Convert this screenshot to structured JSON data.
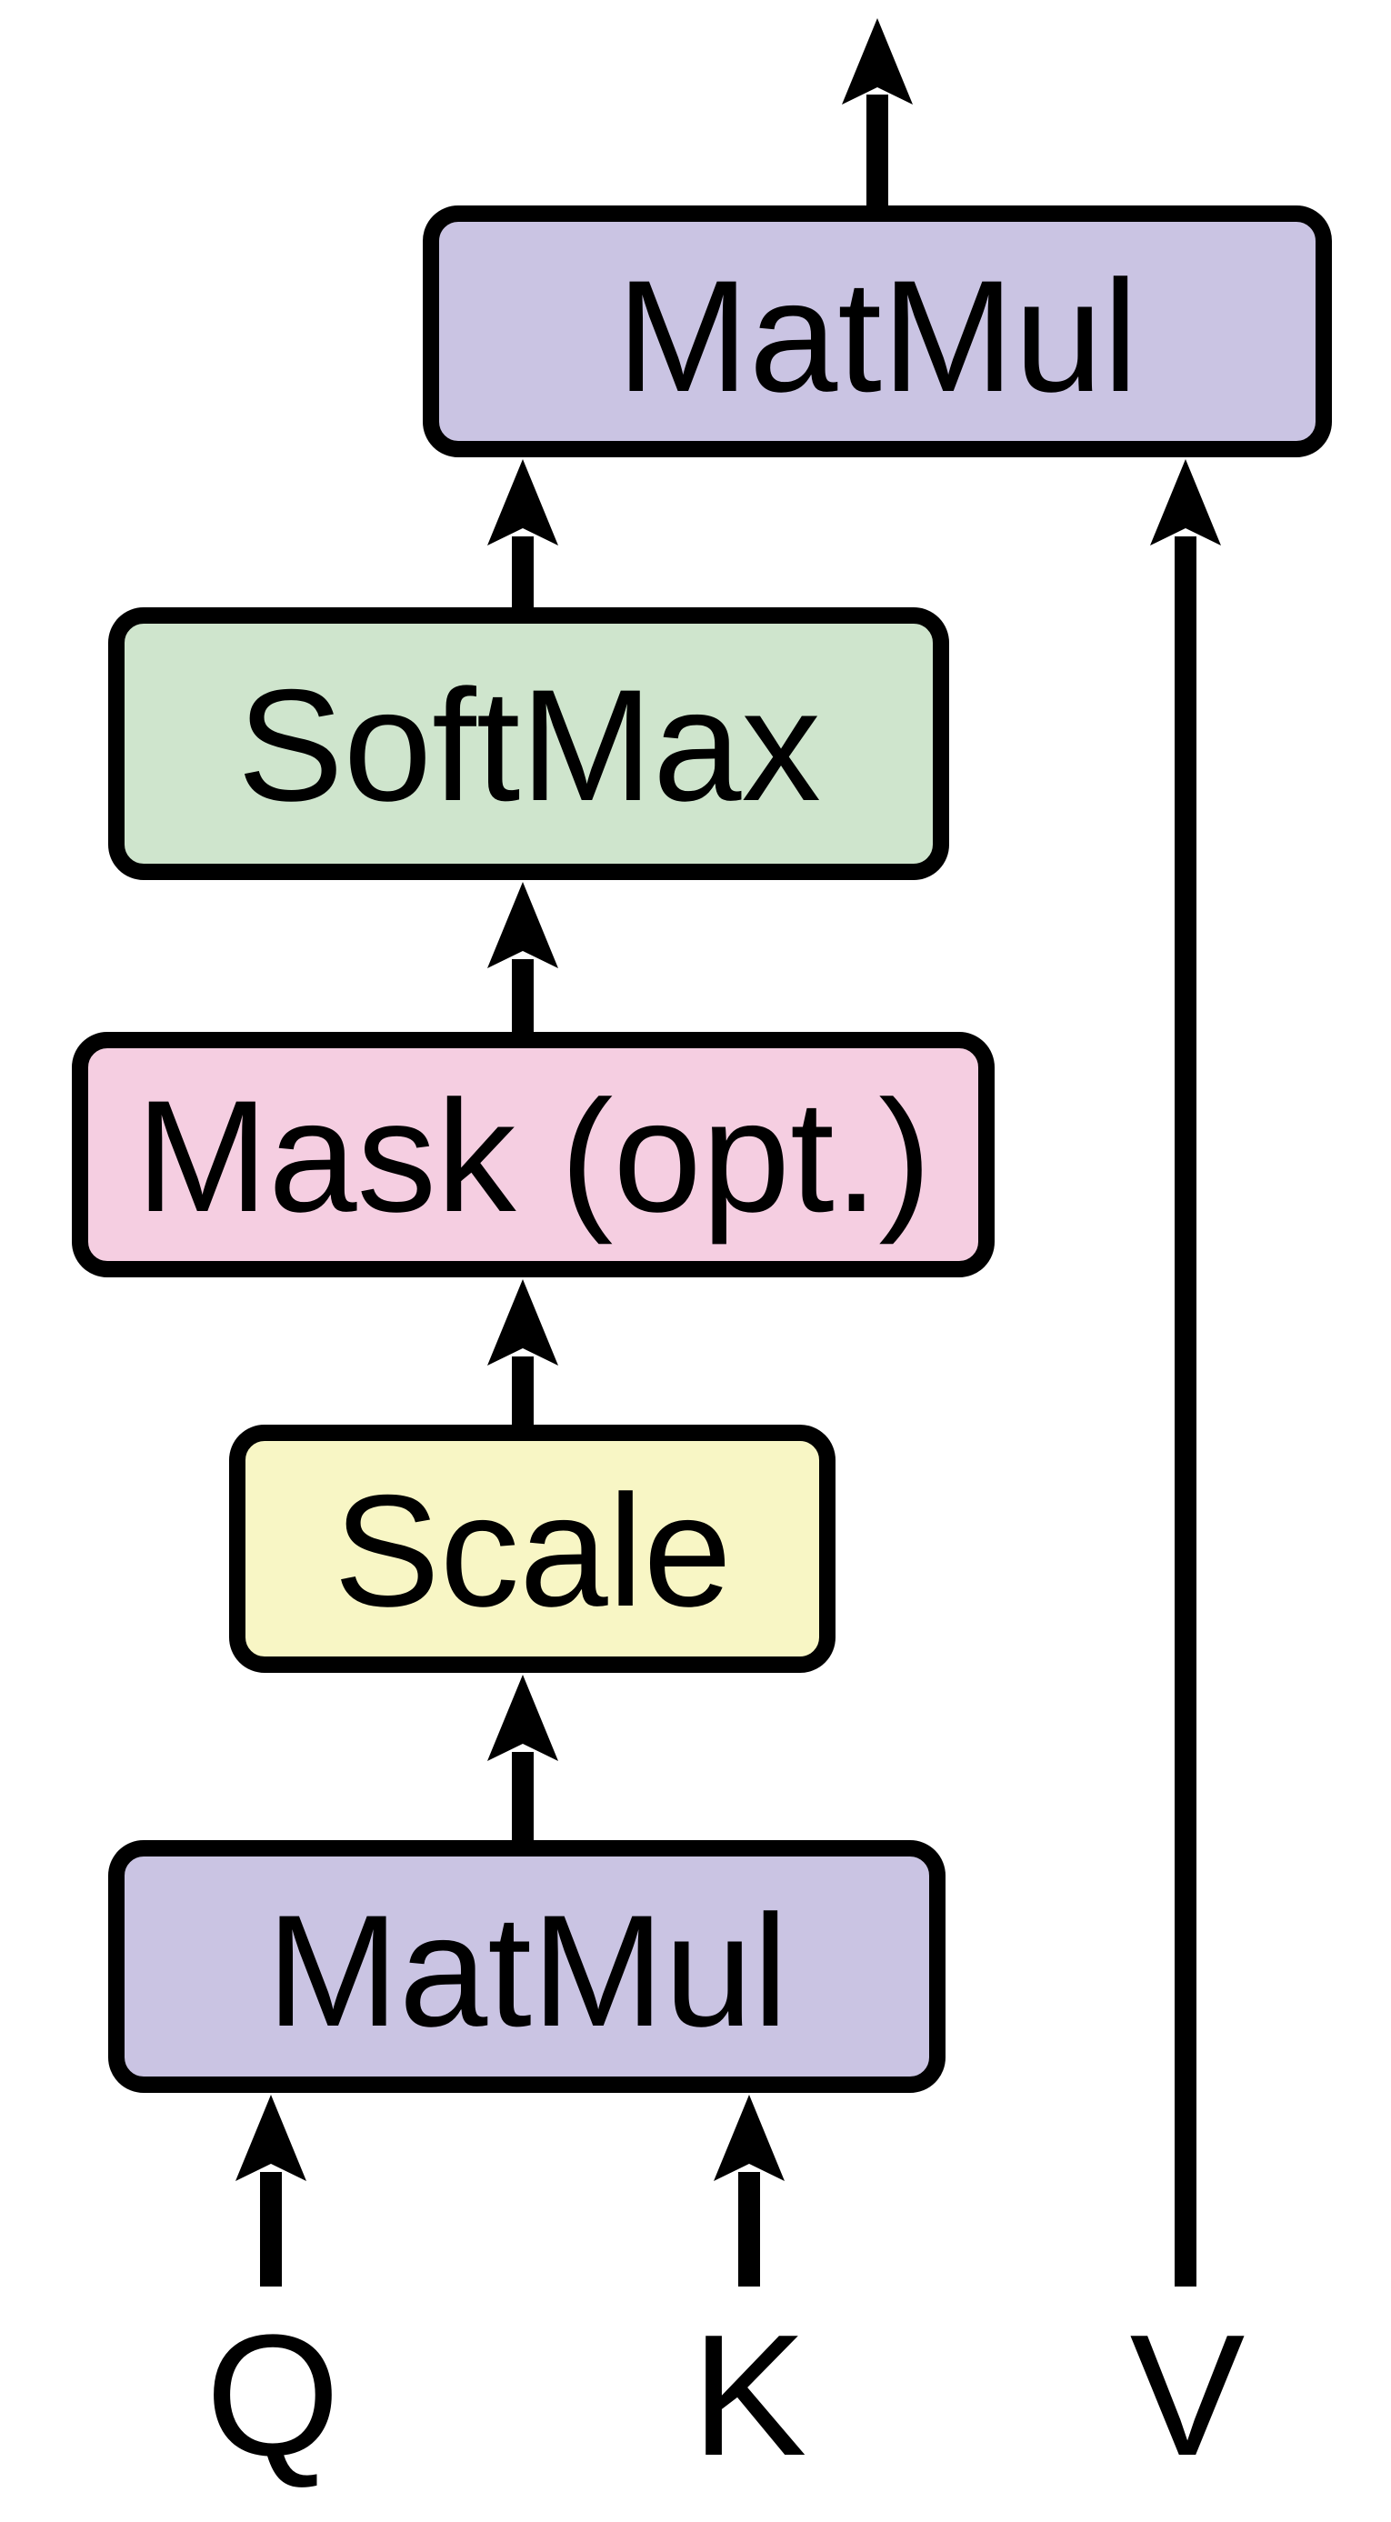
{
  "diagram": {
    "background_color": "#FFFFFF",
    "line_color": "#000000",
    "nodes": [
      {
        "id": "matmul-top",
        "label": "MatMul",
        "fill": "#CAC4E3"
      },
      {
        "id": "softmax",
        "label": "SoftMax",
        "fill": "#CFE5CD"
      },
      {
        "id": "mask",
        "label": "Mask (opt.)",
        "fill": "#F5CEE1"
      },
      {
        "id": "scale",
        "label": "Scale",
        "fill": "#F8F6C5"
      },
      {
        "id": "matmul-bottom",
        "label": "MatMul",
        "fill": "#CAC4E3"
      }
    ],
    "inputs": [
      {
        "id": "q",
        "label": "Q"
      },
      {
        "id": "k",
        "label": "K"
      },
      {
        "id": "v",
        "label": "V"
      }
    ]
  }
}
